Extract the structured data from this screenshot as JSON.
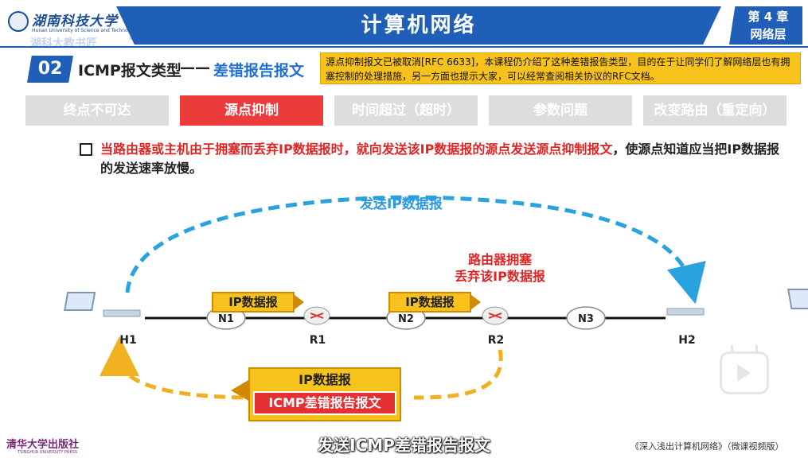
{
  "header": {
    "university_cn": "湖南科技大学",
    "university_en": "Hunan University of Science and Technology",
    "watermark_left": "湖科大教书匠",
    "watermark_site": "bilibili",
    "title": "计算机网络",
    "chapter_line1": "第 4 章",
    "chapter_line2": "网络层"
  },
  "section": {
    "number": "02",
    "title": "ICMP报文类型",
    "dash": "——",
    "subtitle": "差错报告报文",
    "note": "源点抑制报文已被取消[RFC 6633]，本课程仍介绍了这种差错报告类型，目的在于让同学们了解网络层也有拥塞控制的处理措施，另一方面也提示大家，可以经常查阅相关协议的RFC文档。"
  },
  "tabs": [
    {
      "label": "终点不可达",
      "active": false
    },
    {
      "label": "源点抑制",
      "active": true
    },
    {
      "label": "时间超过（超时）",
      "active": false
    },
    {
      "label": "参数问题",
      "active": false
    },
    {
      "label": "改变路由（重定向）",
      "active": false
    }
  ],
  "description": {
    "red_part": "当路由器或主机由于拥塞而丢弃IP数据报时，就向发送该IP数据报的源点发送源点抑制报文",
    "black_part": "，使源点知道应当把IP数据报的发送速率放慢。"
  },
  "diagram": {
    "top_arc_label": "发送IP数据报",
    "congestion_line1": "路由器拥塞",
    "congestion_line2": "丢弃该IP数据报",
    "packet1": "IP数据报",
    "packet2": "IP数据报",
    "nodes": {
      "h1": "H1",
      "r1": "R1",
      "r2": "R2",
      "h2": "H2"
    },
    "networks": {
      "n1": "N1",
      "n2": "N2",
      "n3": "N3"
    },
    "return_outer": "IP数据报",
    "return_inner": "ICMP差错报告报文",
    "colors": {
      "blue_arc": "#29a3e0",
      "yellow_arc": "#f0b020",
      "congest": "#e02525"
    }
  },
  "footer": {
    "publisher": "清华大学出版社",
    "publisher_en": "TSINGHUA UNIVERSITY PRESS",
    "subtitle": "发送ICMP差错报告报文",
    "book": "《深入浅出计算机网络》（微课视频版）"
  }
}
